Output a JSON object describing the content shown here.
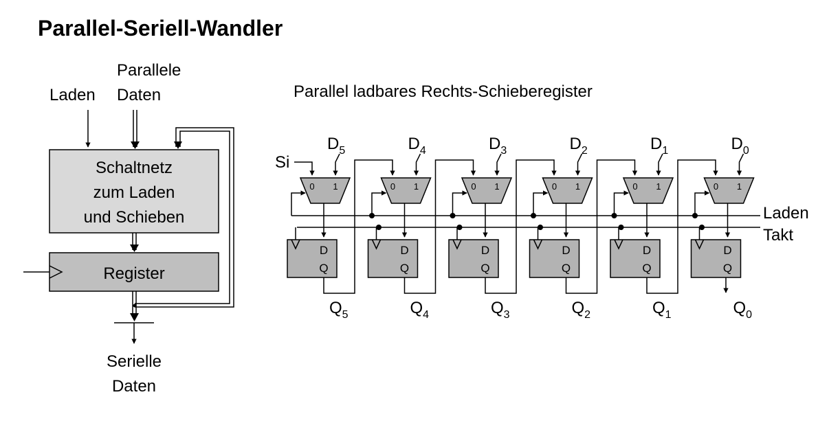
{
  "title": "Parallel-Seriell-Wandler",
  "block": {
    "input_laden": "Laden",
    "input_parallel_line1": "Parallele",
    "input_parallel_line2": "Daten",
    "schaltnetz_line1": "Schaltnetz",
    "schaltnetz_line2": "zum Laden",
    "schaltnetz_line3": "und Schieben",
    "register_label": "Register",
    "output_line1": "Serielle",
    "output_line2": "Daten"
  },
  "shift_register": {
    "heading": "Parallel ladbares Rechts-Schieberegister",
    "serial_input": "Si",
    "laden": "Laden",
    "takt": "Takt",
    "mux_input0": "0",
    "mux_input1": "1",
    "ff_d": "D",
    "ff_q": "Q",
    "stage_letter_d": "D",
    "stage_letter_q": "Q",
    "stages": [
      {
        "index": "5"
      },
      {
        "index": "4"
      },
      {
        "index": "3"
      },
      {
        "index": "2"
      },
      {
        "index": "1"
      },
      {
        "index": "0"
      }
    ]
  },
  "colors": {
    "box_light": "#d9d9d9",
    "box_register": "#bfbfbf",
    "component_gray": "#b3b3b3"
  }
}
